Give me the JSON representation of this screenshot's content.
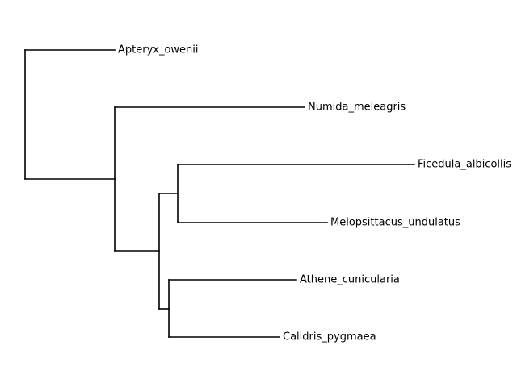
{
  "tree": {
    "leaves": [
      {
        "name": "Apteryx_owenii"
      },
      {
        "name": "Numida_meleagris"
      },
      {
        "name": "Ficedula_albicollis"
      },
      {
        "name": "Melopsittacus_undulatus"
      },
      {
        "name": "Athene_cunicularia"
      },
      {
        "name": "Calidris_pygmaea"
      }
    ]
  }
}
